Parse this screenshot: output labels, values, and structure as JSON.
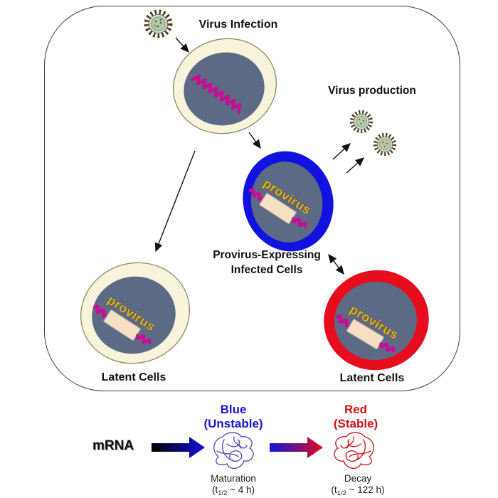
{
  "diagram": {
    "virus_infection_label": "Virus Infection",
    "virus_production_label": "Virus production",
    "provirus_expressing_line1": "Provirus-Expressing",
    "provirus_expressing_line2": "Infected Cells",
    "latent_left_label": "Latent Cells",
    "latent_right_label": "Latent Cells",
    "provirus_label": "provirus"
  },
  "legend": {
    "mrna_label": "mRNA",
    "blue_title": "Blue",
    "blue_subtitle": "(Unstable)",
    "red_title": "Red",
    "red_subtitle": "(Stable)",
    "maturation_label": "Maturation",
    "maturation_half": {
      "pre": "(t",
      "sub": "1/2",
      "post": " ~ 4 h)"
    },
    "decay_label": "Decay",
    "decay_half": {
      "pre": "(t",
      "sub": "1/2",
      "post": " ~ 122 h)"
    }
  },
  "icons": {
    "virion": "spiked-virus-particle",
    "mrna_tangle_blue": "blue-mrna-scribble",
    "mrna_tangle_red": "red-mrna-scribble",
    "gradient_arrow_black_blue": "transcription-arrow",
    "gradient_arrow_blue_red": "maturation-arrow"
  },
  "colors": {
    "membrane_cream": "#f8f4dc",
    "cell_outline": "#8b8a66",
    "nucleus_slate": "#5c6a86",
    "expressing_blue": "#1212e0",
    "latent_red": "#e80d1c",
    "rna_magenta": "#c90d93",
    "provirus_gold": "#e8b402",
    "provirus_box_beige": "#f6dfc2",
    "blue_text": "#1a17c9",
    "red_text": "#d31313",
    "tangle_blue": "#564fc6",
    "tangle_red": "#cb1f1f"
  }
}
